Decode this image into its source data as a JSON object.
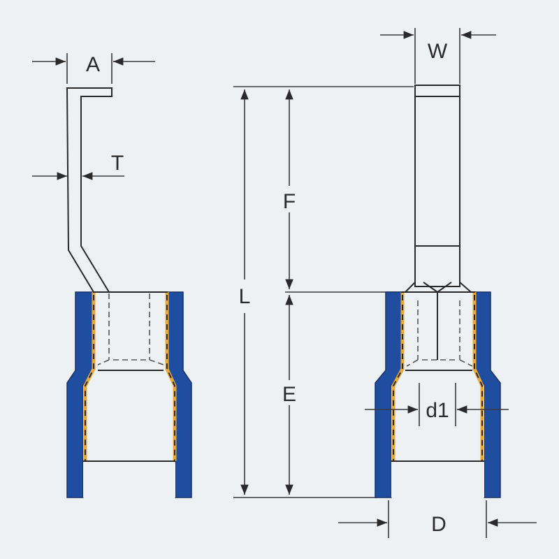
{
  "labels": {
    "A": "A",
    "T": "T",
    "W": "W",
    "F": "F",
    "L": "L",
    "E": "E",
    "d1": "d1",
    "D": "D"
  },
  "colors": {
    "background": "#eef1f4",
    "insulation_blue": "#1f4ea0",
    "barrel_gold": "#e8a93a",
    "metal_fill": "#eef1f4",
    "line": "#2a2a2a"
  }
}
